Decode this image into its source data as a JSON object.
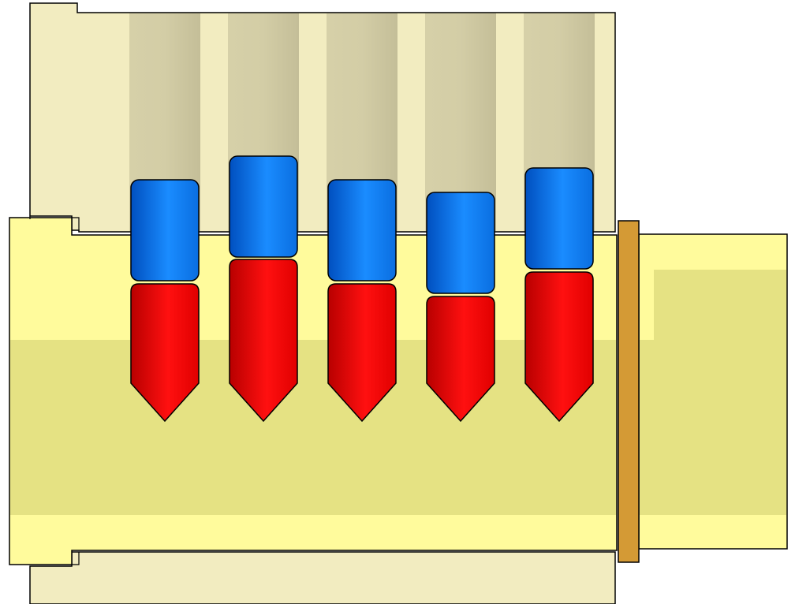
{
  "diagram": {
    "subject": "pin-tumbler-lock-cross-section",
    "colors": {
      "housing": "#f2ecc0",
      "housing_shadow": "#c9c39e",
      "plug": "#fffb9c",
      "plug_band": "#e5e283",
      "retainer": "#d49a35",
      "key_pin": "#ff0000",
      "key_pin_dark": "#b80000",
      "driver_pin": "#1a8cff",
      "driver_pin_dark": "#004fbf",
      "outline": "#000000"
    },
    "pin_stacks": [
      {
        "index": 1,
        "driver_pin": "blue",
        "key_pin": "red"
      },
      {
        "index": 2,
        "driver_pin": "blue",
        "key_pin": "red"
      },
      {
        "index": 3,
        "driver_pin": "blue",
        "key_pin": "red"
      },
      {
        "index": 4,
        "driver_pin": "blue",
        "key_pin": "red"
      },
      {
        "index": 5,
        "driver_pin": "blue",
        "key_pin": "red"
      }
    ]
  }
}
